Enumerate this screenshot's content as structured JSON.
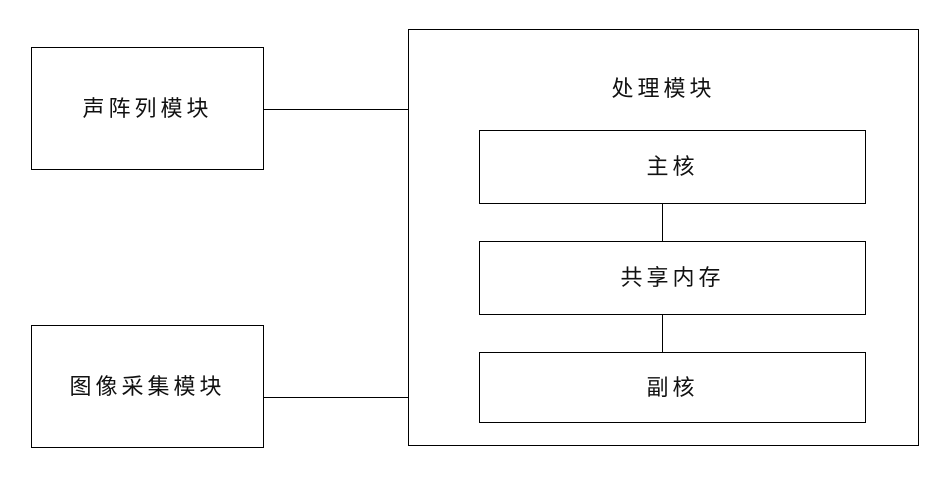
{
  "diagram": {
    "title": "",
    "background_color": "#ffffff",
    "line_color": "#000000",
    "text_color": "#111111",
    "nodes": {
      "acoustic_array": {
        "label": "声阵列模块"
      },
      "image_capture": {
        "label": "图像采集模块"
      },
      "processing_module": {
        "label": "处理模块"
      },
      "main_core": {
        "label": "主核"
      },
      "shared_memory": {
        "label": "共享内存"
      },
      "sub_core": {
        "label": "副核"
      }
    },
    "connectors": [
      {
        "from": "acoustic_array",
        "to": "processing_module",
        "orientation": "horizontal"
      },
      {
        "from": "image_capture",
        "to": "processing_module",
        "orientation": "horizontal"
      },
      {
        "from": "main_core",
        "to": "shared_memory",
        "orientation": "vertical"
      },
      {
        "from": "shared_memory",
        "to": "sub_core",
        "orientation": "vertical"
      }
    ]
  }
}
